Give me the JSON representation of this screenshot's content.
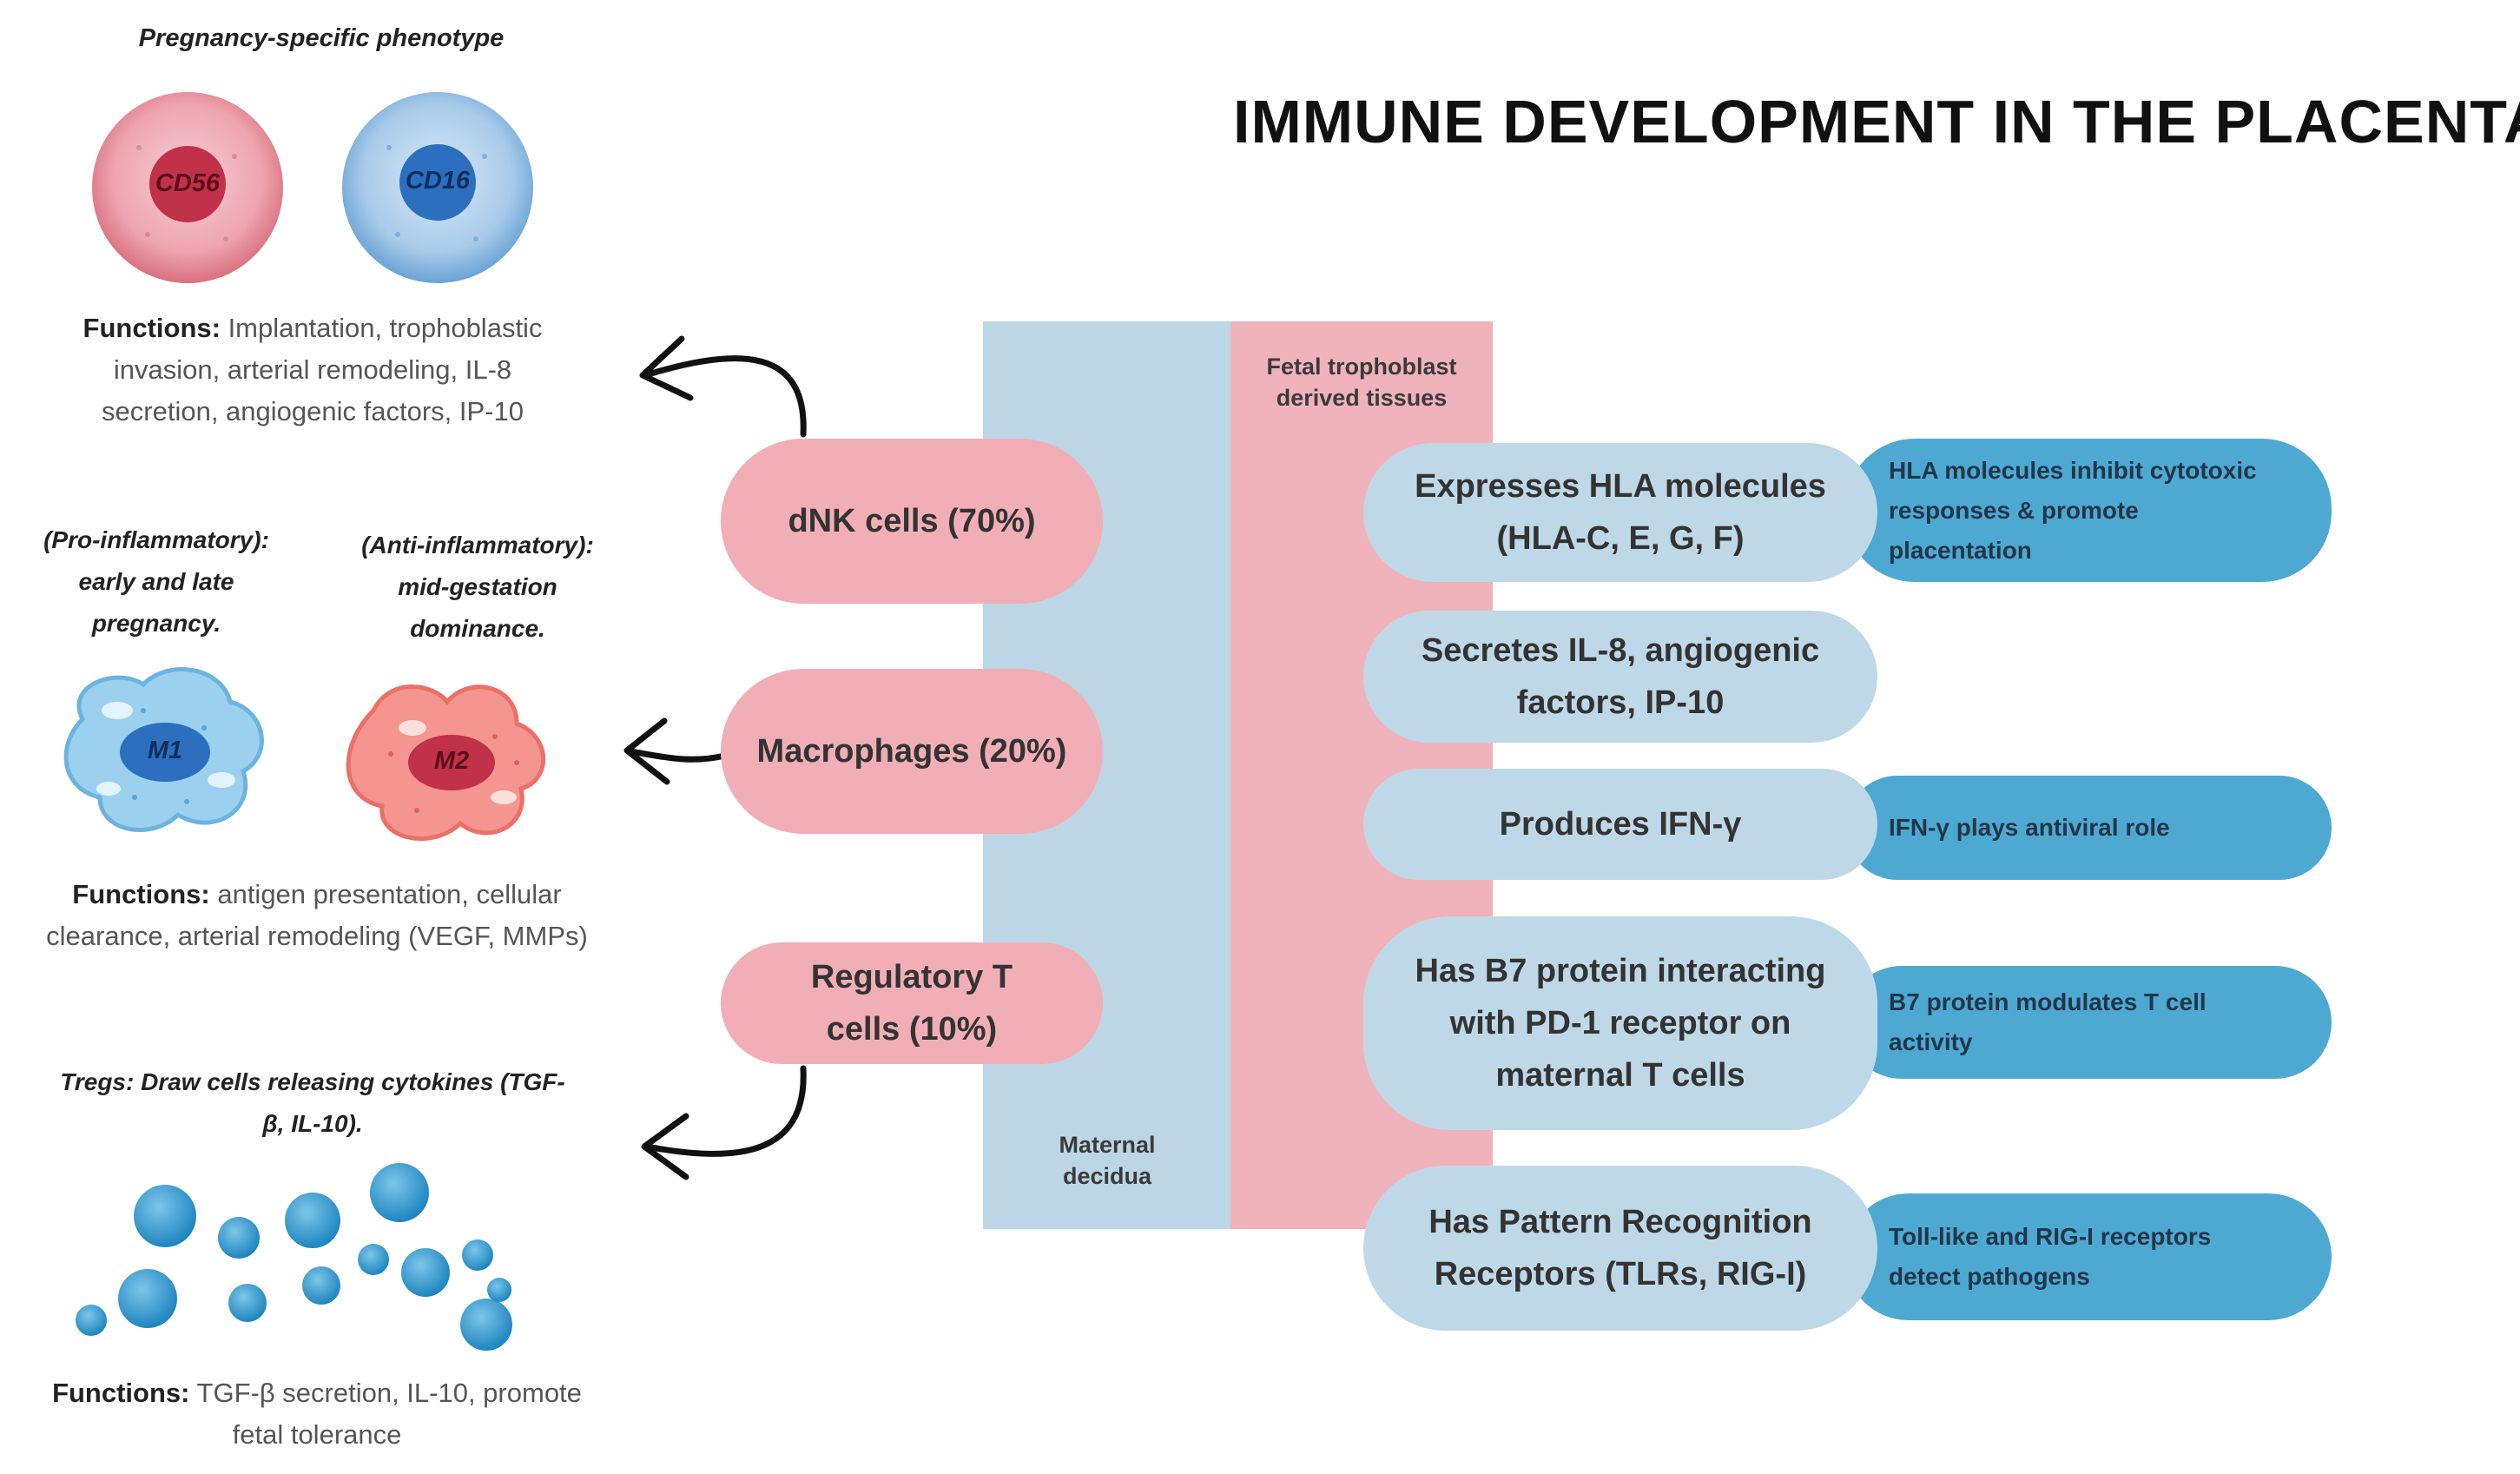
{
  "title": "IMMUNE DEVELOPMENT IN THE PLACENTA",
  "dnk": {
    "header": "Pregnancy-specific phenotype",
    "cell1_marker": "CD56",
    "cell2_marker": "CD16",
    "functions_label": "Functions:",
    "functions_text": " Implantation, trophoblastic invasion, arterial remodeling, IL-8 secretion, angiogenic factors, IP-10"
  },
  "macrophage": {
    "m1_head": "(Pro-inflammatory): early and late pregnancy.",
    "m2_head": "(Anti-inflammatory): mid-gestation dominance.",
    "m1_marker": "M1",
    "m2_marker": "M2",
    "functions_label": "Functions:",
    "functions_text": " antigen presentation, cellular clearance, arterial remodeling (VEGF, MMPs)"
  },
  "treg": {
    "header": "Tregs: Draw cells releasing cytokines (TGF-β, IL-10).",
    "functions_label": "Functions:",
    "functions_text": " TGF-β secretion, IL-10, promote fetal tolerance"
  },
  "columns": {
    "maternal": "Maternal decidua",
    "fetal": "Fetal trophoblast derived tissues"
  },
  "maternal_cells": [
    "dNK cells (70%)",
    "Macrophages (20%)",
    "Regulatory T cells (10%)"
  ],
  "fetal_features": [
    "Expresses HLA molecules (HLA-C, E, G, F)",
    "Secretes IL-8, angiogenic factors, IP-10",
    "Produces IFN-γ",
    "Has B7 protein interacting with PD-1 receptor on maternal T cells",
    "Has Pattern Recognition Receptors (TLRs, RIG-I)"
  ],
  "fetal_notes": {
    "hla": "HLA molecules inhibit cytotoxic responses & promote placentation",
    "ifn": "IFN-γ plays antiviral role",
    "b7": "B7 protein modulates T cell activity",
    "prr": "Toll-like and RIG-I receptors detect pathogens"
  },
  "colors": {
    "pink_pill": "#f2aeb6",
    "light_blue_pill": "#bfd8e7",
    "dark_blue_pill": "#4ea9d2",
    "maternal_column": "#bcd6e6",
    "fetal_column": "#f0b3bb"
  }
}
